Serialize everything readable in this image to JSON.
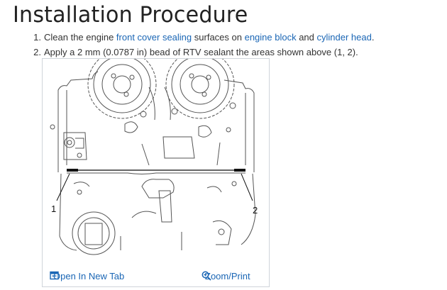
{
  "page": {
    "title": "Installation Procedure"
  },
  "steps": [
    {
      "number": "1.",
      "parts": [
        {
          "text": "Clean the engine ",
          "link": false
        },
        {
          "text": "front cover sealing",
          "link": true
        },
        {
          "text": " surfaces on ",
          "link": false
        },
        {
          "text": "engine block",
          "link": true
        },
        {
          "text": " and ",
          "link": false
        },
        {
          "text": "cylinder head",
          "link": true
        },
        {
          "text": ".",
          "link": false
        }
      ]
    },
    {
      "number": "2.",
      "parts": [
        {
          "text": "Apply a 2 mm (0.0787 in) bead of RTV sealant the areas shown above (1, 2).",
          "link": false
        }
      ]
    }
  ],
  "figure": {
    "callout_1": "1",
    "callout_2": "2",
    "open_tab_label": "Open In New Tab",
    "zoom_label": "Zoom/Print",
    "open_tab_icon": "open-new-tab-icon",
    "zoom_icon": "magnifier-plus-icon"
  },
  "colors": {
    "link": "#1a66b5",
    "text": "#333333",
    "border": "#cfd4da"
  }
}
